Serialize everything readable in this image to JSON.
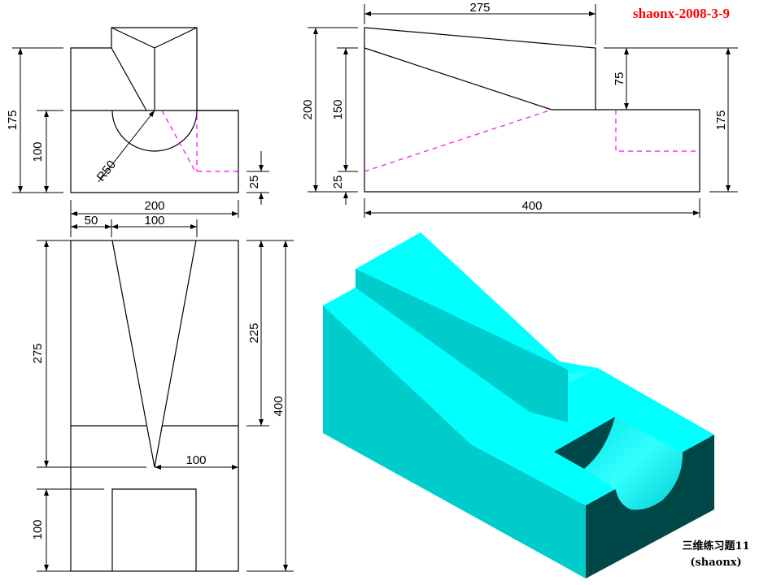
{
  "title": "shaonx-2008-3-9",
  "caption": {
    "line1": "三维练习题11",
    "line2": "(shaonx)"
  },
  "front_view": {
    "dims": {
      "h175": "175",
      "h100": "100",
      "radius": "R50",
      "h25": "25",
      "w200": "200",
      "w50": "50",
      "w100": "100"
    }
  },
  "side_view": {
    "dims": {
      "w275": "275",
      "h200": "200",
      "h150": "150",
      "h25": "25",
      "h75": "75",
      "h175": "175",
      "w400": "400"
    }
  },
  "top_view": {
    "dims": {
      "h275": "275",
      "h100": "100",
      "w100": "100",
      "h225": "225",
      "h400": "400"
    }
  },
  "colors": {
    "line": "#000000",
    "hidden": "#ff00ff",
    "title": "#ff0000",
    "top_face": "#00ffff",
    "side_face": "#00cccc",
    "dark_face": "#004848"
  }
}
